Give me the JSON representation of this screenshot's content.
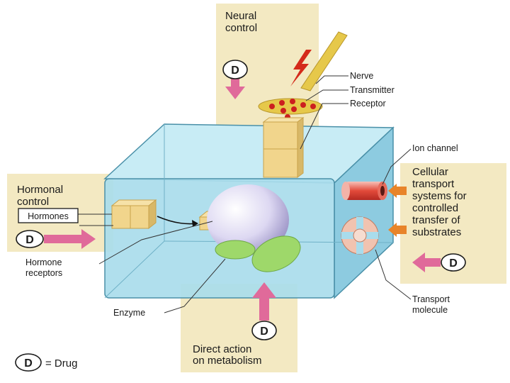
{
  "labels": {
    "neural_control": [
      "Neural",
      "control"
    ],
    "hormonal_control": [
      "Hormonal",
      "control"
    ],
    "hormones_box": "Hormones",
    "hormone_receptors": [
      "Hormone",
      "receptors"
    ],
    "enzyme": "Enzyme",
    "direct_action": [
      "Direct action",
      "on metabolism"
    ],
    "ion_channel": "Ion channel",
    "cellular_transport": [
      "Cellular",
      "transport",
      "systems for",
      "controlled",
      "transfer of",
      "substrates"
    ],
    "transport_molecule": [
      "Transport",
      "molecule"
    ],
    "nerve": "Nerve",
    "transmitter": "Transmitter",
    "receptor": "Receptor",
    "drug_symbol": "D",
    "drug_legend": "= Drug"
  },
  "colors": {
    "panel": "#f3e9c2",
    "cell_fill": "#9fd6e8",
    "cell_edge": "#4a90a8",
    "drug_arrow": "#e06a9a",
    "substrate_arrow": "#e8842a",
    "nerve": "#e6c84a",
    "transmitter": "#cc1f1f",
    "enzyme": "#9ed86a",
    "nucleus": "#d8d2ee",
    "receptor_block": "#f1d58c"
  }
}
